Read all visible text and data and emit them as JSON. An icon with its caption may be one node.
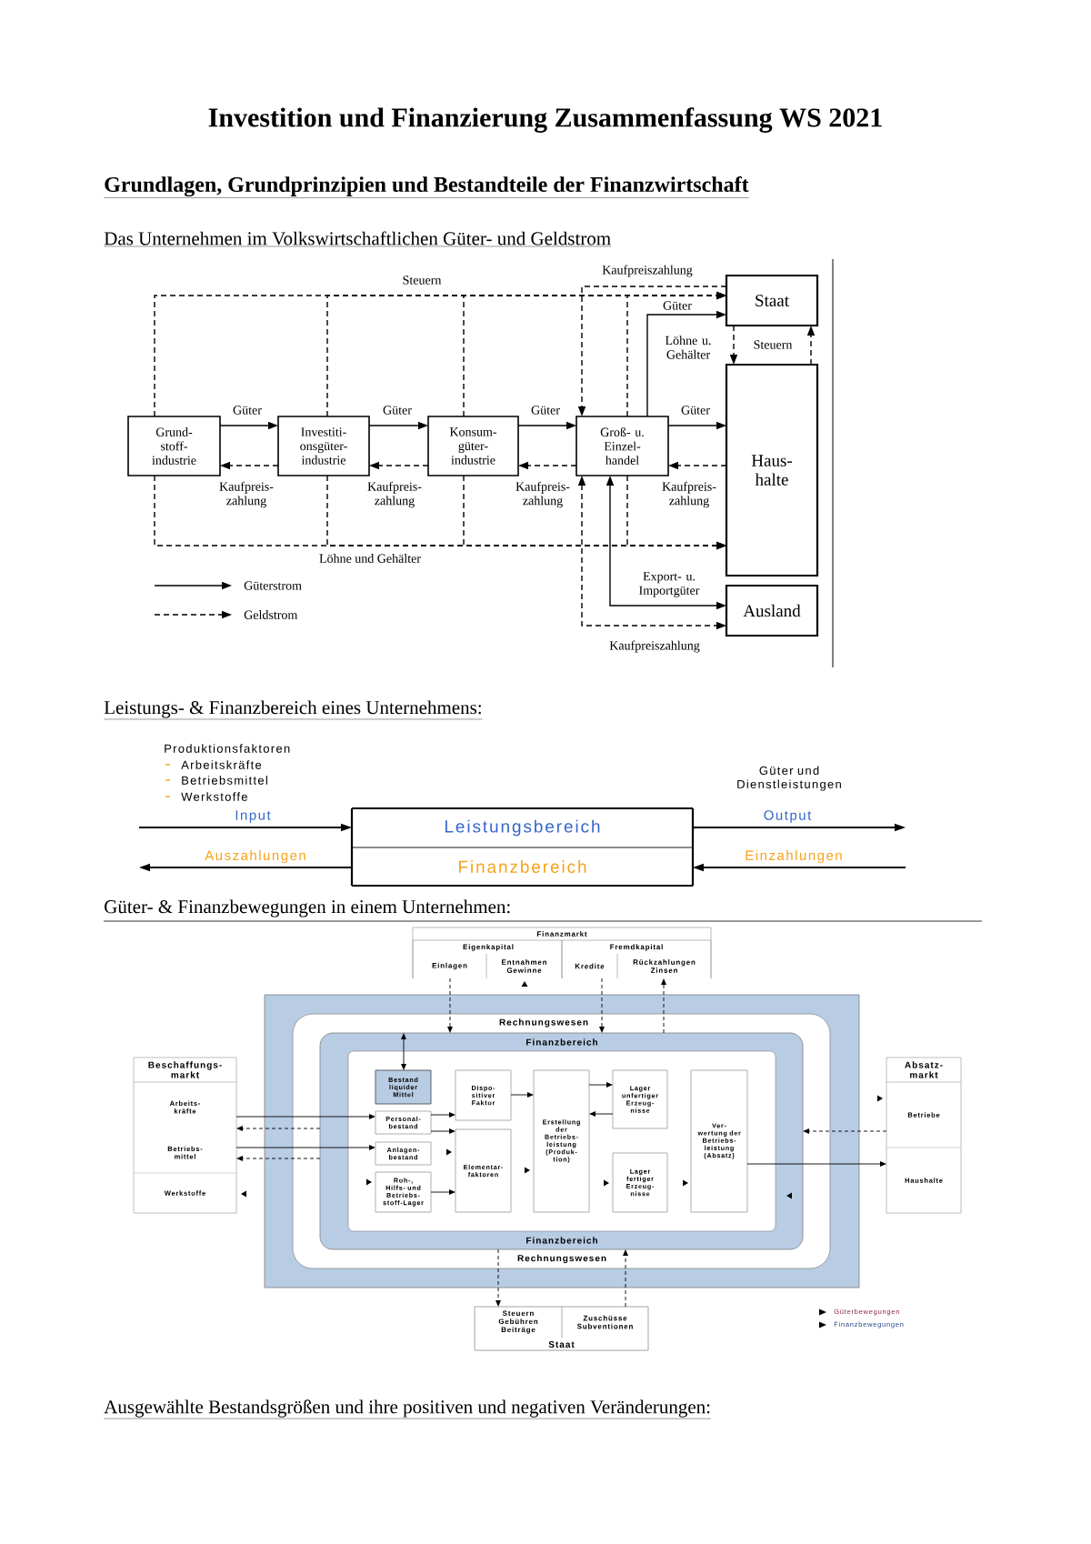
{
  "diagram": {
    "title": "Investition und Finanzierung Zusammenfassung WS 2021",
    "nodes": [
      {
        "text": [
          "Grund- stoff- industrie"
        ]
      },
      {
        "text": [
          "Investiti- onsgüter- industrie"
        ]
      },
      {
        "text": [
          "Konsum- güter- industrie"
        ]
      },
      {
        "text": [
          "Groß- u. Einzel- handel"
        ]
      },
      {
        "text": [
          "Staat"
        ]
      },
      {
        "text": [
          "Haus- halte"
        ]
      },
      {
        "text": [
          "Ausland"
        ]
      },
      {
        "text": [
          "Leistungsbereich"
        ]
      },
      {
        "text": [
          "Finanzbereich"
        ]
      },
      {
        "text": [
          "Finanzmarkt"
        ]
      },
      {
        "text": [
          "Eigenkapital"
        ],
        "in": 9
      },
      {
        "text": [
          "Fremdkapital"
        ],
        "in": 9
      },
      {
        "text": [
          "Einlagen"
        ],
        "in": 10
      },
      {
        "text": [
          "Entnahmen Gewinne"
        ],
        "in": 10
      },
      {
        "text": [
          "Kredite"
        ],
        "in": 11
      },
      {
        "text": [
          "Rückzahlungen Zinsen"
        ],
        "in": 11
      },
      {
        "text": [
          "Rechnungswesen",
          "Rechnungswesen"
        ]
      },
      {
        "text": [
          "Finanzbereich",
          "Finanzbereich"
        ],
        "in": 16
      },
      {
        "text": [
          "Bestand liquider Mittel"
        ],
        "in": 17
      },
      {
        "text": [
          "Dispo- sitiver Faktor"
        ],
        "in": 17
      },
      {
        "text": [
          "Personal- bestand"
        ],
        "in": 17
      },
      {
        "text": [
          "Anlagen- bestand"
        ],
        "in": 17
      },
      {
        "text": [
          "Roh-, Hilfs- und Betriebs- stoff-Lager"
        ],
        "in": 17
      },
      {
        "text": [
          "Elementar- faktoren"
        ],
        "in": 17
      },
      {
        "text": [
          "Erstellung der Betriebs- leistung (Produk- tion)"
        ],
        "in": 17
      },
      {
        "text": [
          "Lager unfertiger Erzeug- nisse"
        ],
        "in": 17
      },
      {
        "text": [
          "Lager fertiger Erzeug- nisse"
        ],
        "in": 17
      },
      {
        "text": [
          "Ver- wertung der Betriebs- leistung (Absatz)"
        ],
        "in": 17
      },
      {
        "text": [
          "Beschaffungs- markt"
        ]
      },
      {
        "text": [
          "Arbeits- kräfte"
        ],
        "in": 28
      },
      {
        "text": [
          "Betriebs- mittel"
        ],
        "in": 28
      },
      {
        "text": [
          "Werkstoffe"
        ],
        "in": 28
      },
      {
        "text": [
          "Absatz- markt"
        ]
      },
      {
        "text": [
          "Betriebe"
        ],
        "in": 32
      },
      {
        "text": [
          "Haushalte"
        ],
        "in": 32
      },
      {
        "text": [
          "Staat"
        ]
      },
      {
        "text": [
          "Steuern Gebühren Beiträge"
        ],
        "in": 35
      },
      {
        "text": [
          "Zuschüsse Subventionen"
        ],
        "in": 35
      }
    ],
    "edges": [
      {
        "from": 0,
        "to": 1,
        "arrow": "to",
        "label": "Güter"
      },
      {
        "from": 1,
        "to": 0,
        "arrow": "to",
        "label": "Kaufpreis- zahlung",
        "style": "dashed"
      },
      {
        "from": 1,
        "to": 2,
        "arrow": "to",
        "label": "Güter"
      },
      {
        "from": 2,
        "to": 1,
        "arrow": "to",
        "label": "Kaufpreis- zahlung",
        "style": "dashed"
      },
      {
        "from": 2,
        "to": 3,
        "arrow": "to",
        "label": "Güter"
      },
      {
        "from": 3,
        "to": 2,
        "arrow": "to",
        "label": "Kaufpreis- zahlung",
        "style": "dashed"
      },
      {
        "from": 3,
        "to": 5,
        "arrow": "to",
        "label": "Güter"
      },
      {
        "from": 5,
        "to": 3,
        "arrow": "to",
        "label": "Kaufpreis- zahlung",
        "style": "dashed"
      },
      {
        "from": 0,
        "to": 4,
        "arrow": "to",
        "label": "Steuern",
        "style": "dashed"
      },
      {
        "from": 1,
        "to": 4,
        "arrow": "to",
        "style": "dashed"
      },
      {
        "from": 2,
        "to": 4,
        "arrow": "to",
        "style": "dashed"
      },
      {
        "from": 3,
        "to": 4,
        "arrow": "to",
        "style": "dashed"
      },
      {
        "from": 0,
        "to": 5,
        "arrow": "to",
        "label": "Löhne und Gehälter",
        "style": "dashed"
      },
      {
        "from": 1,
        "to": 5,
        "arrow": "to",
        "style": "dashed"
      },
      {
        "from": 2,
        "to": 5,
        "arrow": "to",
        "style": "dashed"
      },
      {
        "from": 3,
        "to": 5,
        "arrow": "to",
        "style": "dashed"
      },
      {
        "from": 4,
        "to": 3,
        "arrow": "to",
        "label": "Kaufpreiszahlung",
        "style": "dashed"
      },
      {
        "from": 3,
        "to": 4,
        "arrow": "to",
        "label": "Güter"
      },
      {
        "from": 4,
        "to": 5,
        "arrow": "to",
        "label": "Löhne u. Gehälter",
        "style": "dashed"
      },
      {
        "from": 5,
        "to": 4,
        "arrow": "to",
        "label": "Steuern",
        "style": "dashed"
      },
      {
        "from": 3,
        "to": 6,
        "arrow": "both",
        "label": "Export- u. Importgüter"
      },
      {
        "from": 3,
        "to": 6,
        "arrow": "both",
        "label": "Kaufpreiszahlung",
        "style": "dashed"
      },
      {
        "from": null,
        "to": 7,
        "arrow": "to",
        "label": "Input"
      },
      {
        "from": 7,
        "to": null,
        "arrow": "to",
        "label": "Output"
      },
      {
        "from": 8,
        "to": null,
        "arrow": "to",
        "label": "Auszahlungen"
      },
      {
        "from": null,
        "to": 8,
        "arrow": "to",
        "label": "Einzahlungen"
      },
      {
        "from": 12,
        "to": 17,
        "arrow": "to",
        "style": "dashed"
      },
      {
        "from": 14,
        "to": 17,
        "arrow": "to",
        "style": "dashed"
      },
      {
        "from": 17,
        "to": 15,
        "arrow": "to",
        "style": "dashed"
      },
      {
        "from": 18,
        "to": 17,
        "arrow": "both"
      },
      {
        "from": 29,
        "to": 20,
        "arrow": "to"
      },
      {
        "from": 17,
        "to": 29,
        "arrow": "to",
        "style": "dashed"
      },
      {
        "from": 30,
        "to": 21,
        "arrow": "to"
      },
      {
        "from": 17,
        "to": 30,
        "arrow": "to",
        "style": "dashed"
      },
      {
        "from": 20,
        "to": 19,
        "arrow": "to"
      },
      {
        "from": 20,
        "to": 23,
        "arrow": "to"
      },
      {
        "from": 22,
        "to": 23,
        "arrow": "to"
      },
      {
        "from": 19,
        "to": 24,
        "arrow": "to"
      },
      {
        "from": 24,
        "to": 25,
        "arrow": "to"
      },
      {
        "from": 25,
        "to": 24,
        "arrow": "to"
      },
      {
        "from": 27,
        "to": 34,
        "arrow": "to"
      },
      {
        "from": 33,
        "to": 17,
        "arrow": "to",
        "style": "dashed"
      },
      {
        "from": 17,
        "to": 36,
        "arrow": "to",
        "style": "dashed"
      },
      {
        "from": 37,
        "to": 17,
        "arrow": "to",
        "style": "dashed"
      }
    ],
    "labels": [
      "Grundlagen, Grundprinzipien und Bestandteile der Finanzwirtschaft",
      "Das Unternehmen im Volkswirtschaftlichen Güter- und Geldstrom",
      "Leistungs- & Finanzbereich eines Unternehmens:",
      "Produktionsfaktoren",
      "Arbeitskräfte",
      "Betriebsmittel",
      "Werkstoffe",
      "Güter und Dienstleistungen",
      "Güter- & Finanzbewegungen in einem Unternehmen:",
      "Ausgewählte Bestandsgrößen und ihre positiven und negativen Veränderungen:"
    ],
    "legend": [
      {
        "text": "Güterstrom"
      },
      {
        "text": "Geldstrom"
      },
      {
        "text": "Güterbewegungen"
      },
      {
        "text": "Finanzbewegungen"
      }
    ]
  }
}
